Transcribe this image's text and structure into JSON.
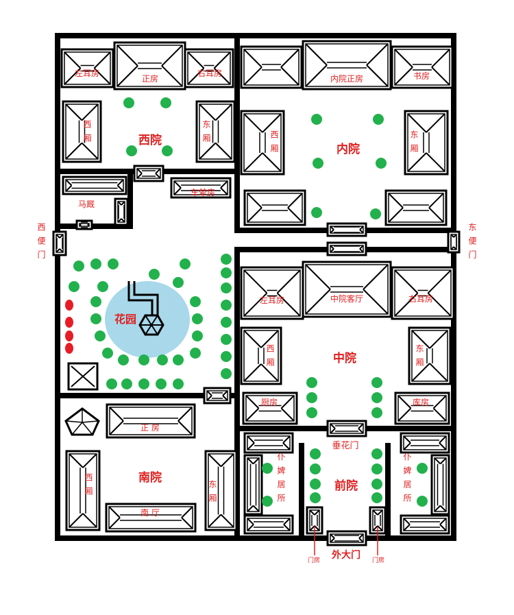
{
  "labels": {
    "west_court": "西院",
    "west_left_ear": "左耳房",
    "west_main": "正房",
    "west_right_ear": "右耳房",
    "west_wing_w": "西厢",
    "west_wing_e": "东厢",
    "inner_court": "内院",
    "inner_main": "内院正房",
    "study": "书房",
    "inner_wing_w": "西厢",
    "inner_wing_e": "东厢",
    "stable": "马厩",
    "carriage": "车辇房",
    "west_gate": "西便门",
    "east_gate": "东便门",
    "garden": "花园",
    "middle_court": "中院",
    "mid_left_ear": "左耳房",
    "mid_hall": "中院客厅",
    "mid_right_ear": "右耳房",
    "mid_wing_w": "西厢",
    "mid_wing_e": "东厢",
    "kitchen": "厨房",
    "storehouse": "库房",
    "chuihua_gate": "垂花门",
    "front_court": "前院",
    "servants_l": "仆婢居所",
    "servants_r": "仆婢居所",
    "gatehouse_l": "门房",
    "gatehouse_r": "门房",
    "main_gate": "外大门",
    "south_court": "南院",
    "south_main": "正 房",
    "south_wing_w": "西厢",
    "south_wing_e": "东厢",
    "south_hall": "南 厅"
  },
  "colors": {
    "wall": "#000000",
    "label": "#e02020",
    "tree": "#22b14c",
    "flower": "#e81c24",
    "pond": "#a8d8ea"
  }
}
